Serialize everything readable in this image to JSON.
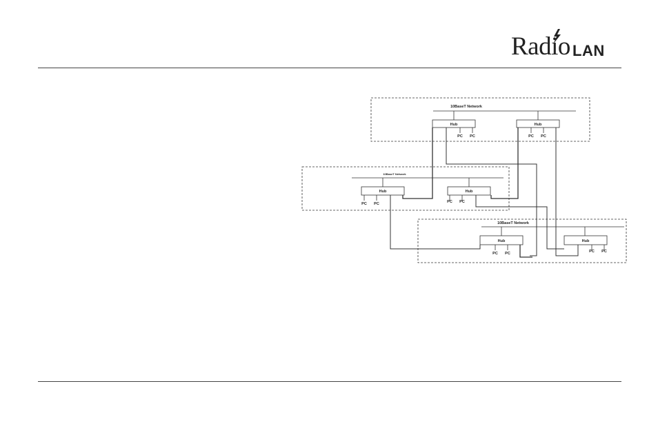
{
  "logo": {
    "serif_text": "Radio",
    "sans_text": "LAN",
    "icon": "lightning-bolt-icon"
  },
  "diagram": {
    "networks": [
      {
        "label": "10BaseT Network",
        "hubs": [
          {
            "label": "Hub",
            "pcs": [
              "PC",
              "PC"
            ]
          },
          {
            "label": "Hub",
            "pcs": [
              "PC",
              "PC"
            ]
          }
        ]
      },
      {
        "label": "10BaseT Network",
        "hubs": [
          {
            "label": "Hub",
            "pcs": [
              "PC",
              "PC"
            ]
          },
          {
            "label": "Hub",
            "pcs": [
              "PC",
              "PC"
            ]
          }
        ]
      },
      {
        "label": "10BaseT Network",
        "hubs": [
          {
            "label": "Hub",
            "pcs": [
              "PC",
              "PC"
            ]
          },
          {
            "label": "Hub",
            "pcs": [
              "PC",
              "PC"
            ]
          }
        ]
      }
    ]
  }
}
